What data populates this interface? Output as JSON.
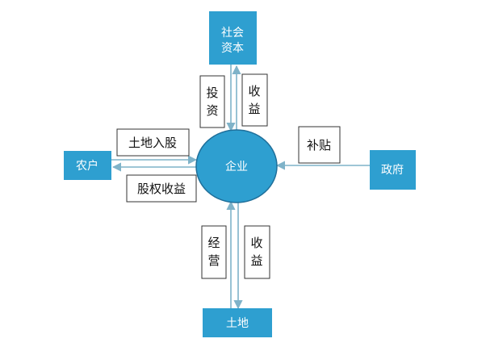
{
  "colors": {
    "node_fill": "#2e9fd0",
    "center_fill": "#2e9fd0",
    "center_stroke": "#1f6f9a",
    "arrow": "#7fb3c9",
    "label_border": "#333333"
  },
  "nodes": {
    "social_capital": {
      "line1": "社会",
      "line2": "资本"
    },
    "farmer": {
      "label": "农户"
    },
    "government": {
      "label": "政府"
    },
    "land": {
      "label": "土地"
    },
    "enterprise": {
      "label": "企业"
    }
  },
  "labels": {
    "invest": {
      "line1": "投",
      "line2": "资"
    },
    "return_top": {
      "line1": "收",
      "line2": "益"
    },
    "land_share": {
      "text": "土地入股"
    },
    "equity_return": {
      "text": "股权收益"
    },
    "subsidy": {
      "text": "补贴"
    },
    "operate": {
      "line1": "经",
      "line2": "营"
    },
    "return_bottom": {
      "line1": "收",
      "line2": "益"
    }
  }
}
